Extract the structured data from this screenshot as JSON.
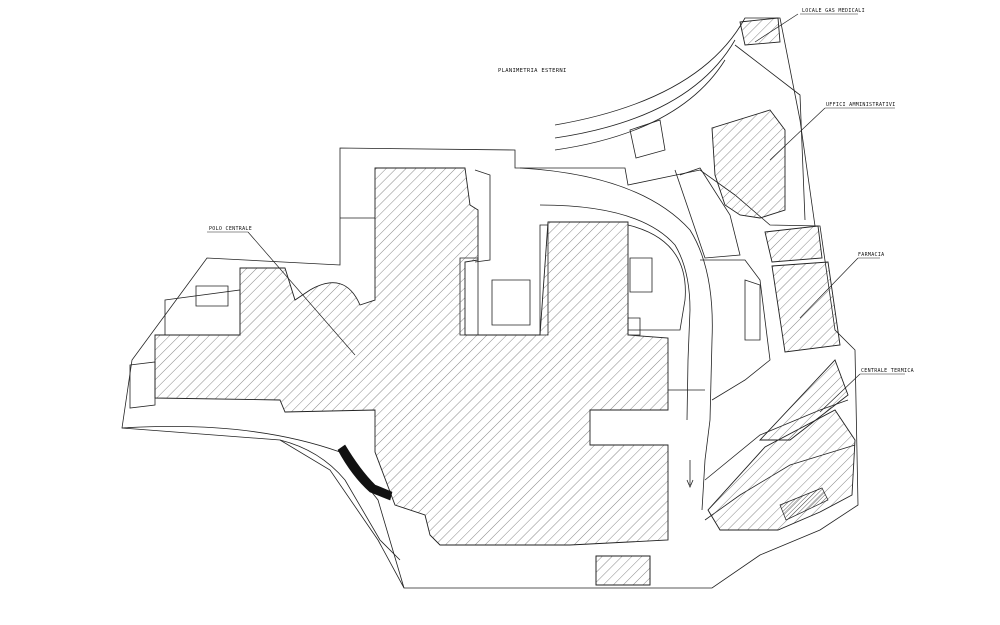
{
  "drawing": {
    "title": "PLANIMETRIA ESTERNI",
    "labels": {
      "locale_gas": "LOCALE GAS MEDICALI",
      "uffici": "UFFICI AMMINISTRATIVI",
      "farmacia": "FARMACIA",
      "polo": "POLO CENTRALE",
      "centrale": "CENTRALE TERMICA"
    }
  }
}
